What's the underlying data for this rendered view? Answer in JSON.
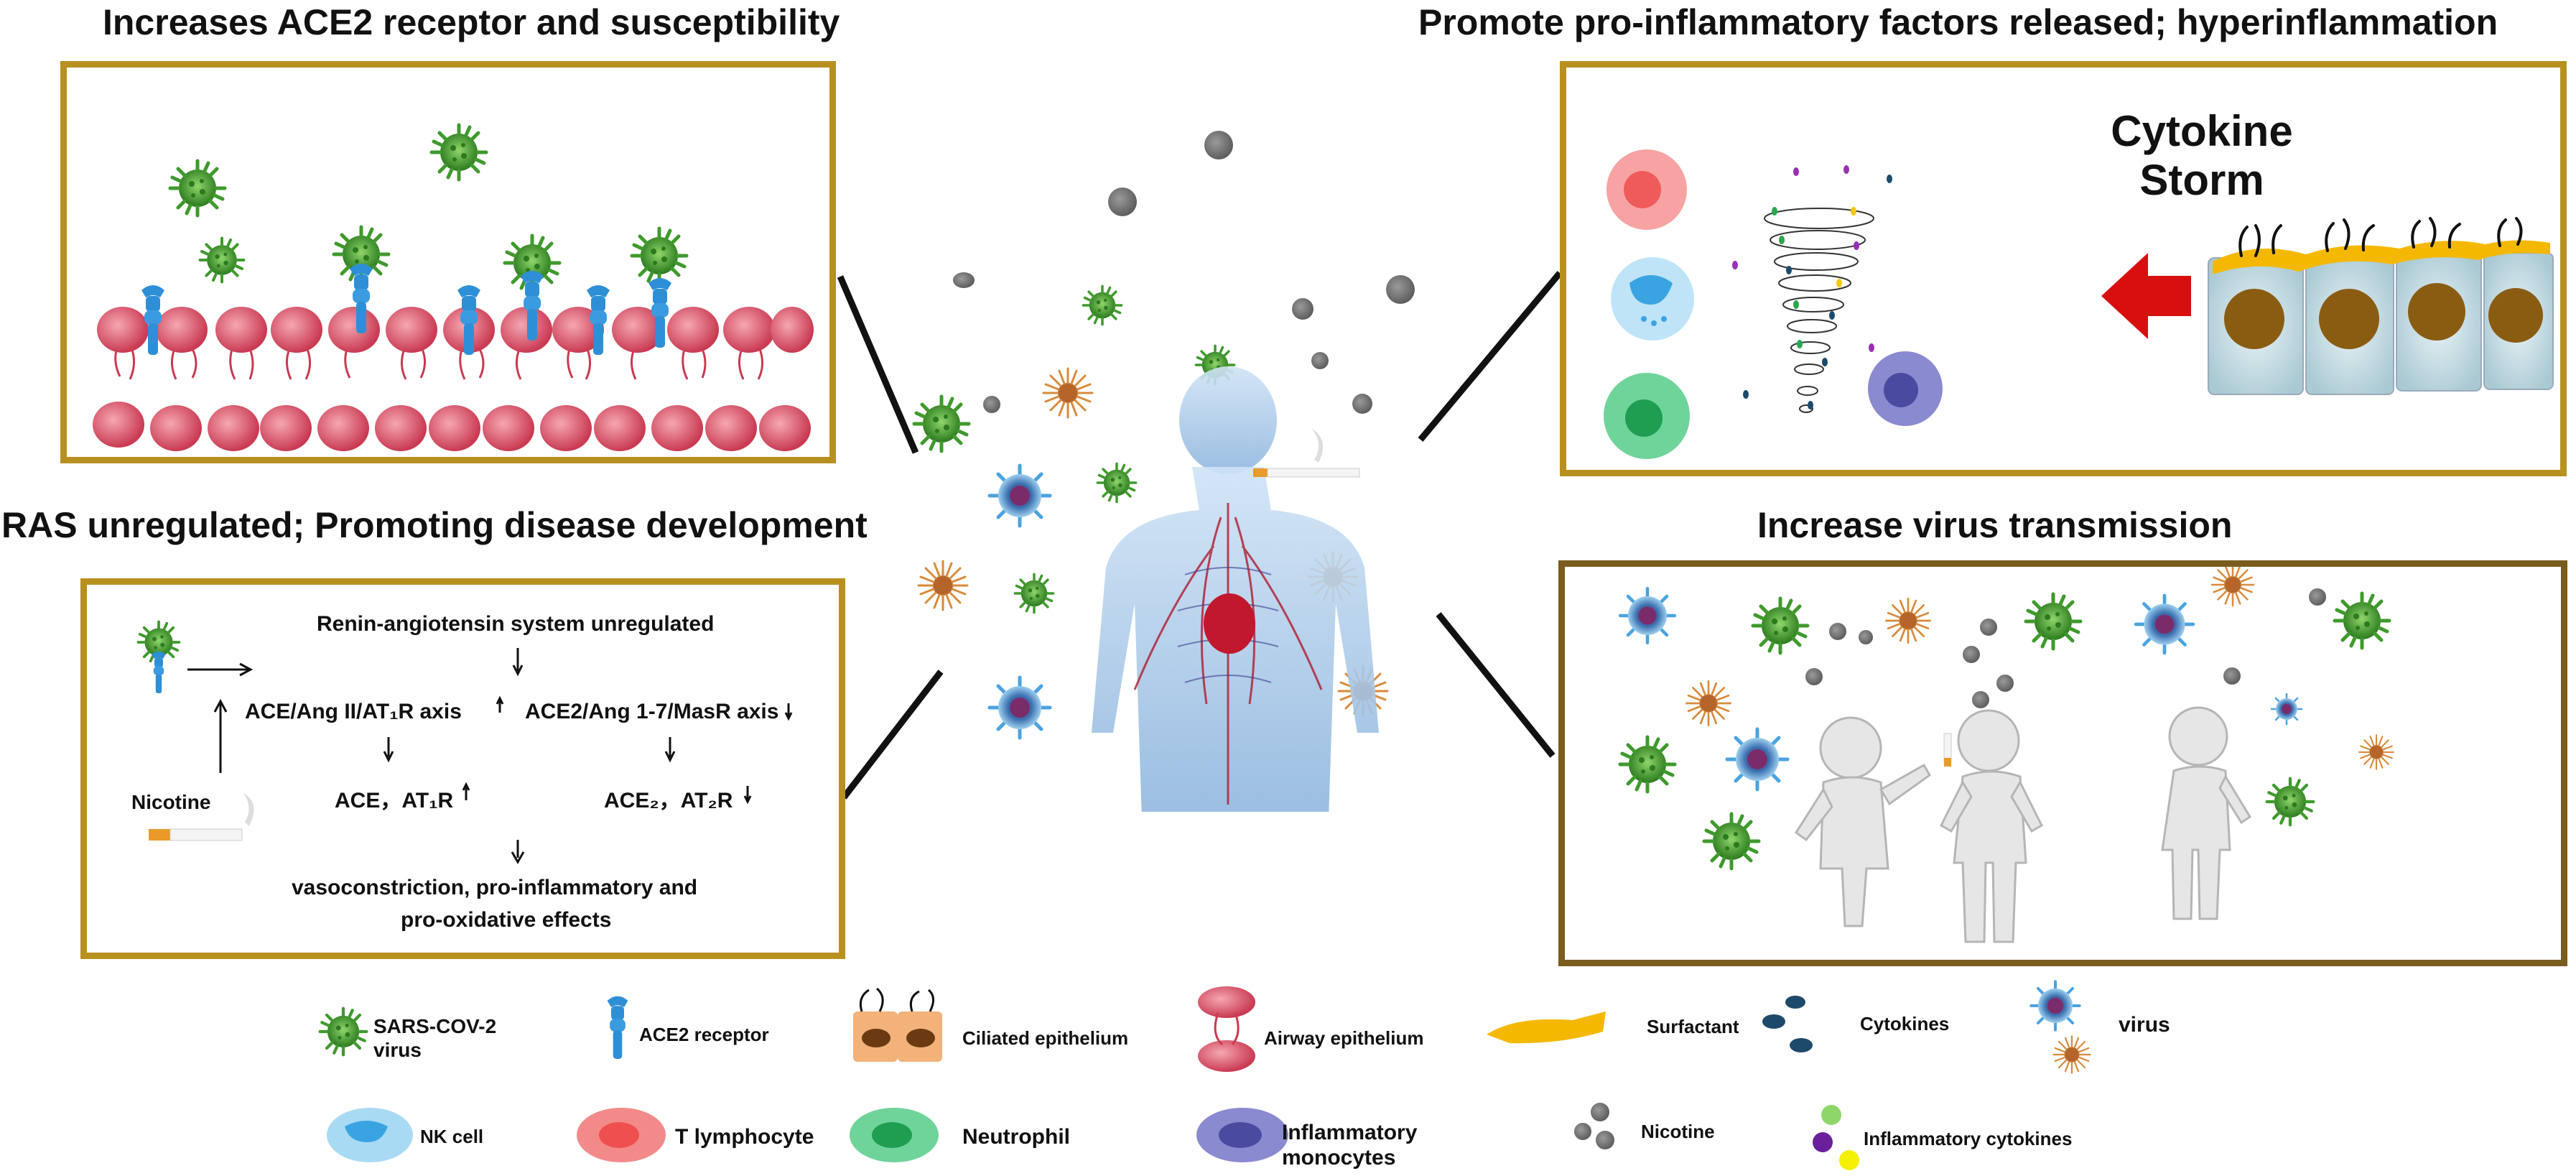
{
  "headings": {
    "top_left": "Increases ACE2 receptor and susceptibility",
    "top_right": "Promote pro-inflammatory factors released; hyperinflammation",
    "mid_left": "RAS unregulated; Promoting disease development",
    "mid_right": "Increase virus transmission"
  },
  "cytokine_storm": {
    "line1": "Cytokine",
    "line2": "Storm"
  },
  "ras": {
    "title": "Renin-angiotensin system unregulated",
    "axis1": "ACE/Ang II/AT₁R axis",
    "axis2": "ACE2/Ang 1-7/MasR axis",
    "left_item": "ACE，AT₁R",
    "right_item": "ACE₂，AT₂R",
    "nicotine": "Nicotine",
    "effects_line1": "vasoconstriction, pro-inflammatory and",
    "effects_line2": "pro-oxidative effects"
  },
  "legend": {
    "sars": "SARS-COV-2",
    "sars2": "virus",
    "ace2": "ACE2 receptor",
    "ciliated": "Ciliated epithelium",
    "airway": "Airway epithelium",
    "surfactant": "Surfactant",
    "cytokines": "Cytokines",
    "virus": "virus",
    "nk": "NK cell",
    "t_lymph": "T lymphocyte",
    "neutrophil": "Neutrophil",
    "monocytes1": "Inflammatory",
    "monocytes2": "monocytes",
    "nicotine": "Nicotine",
    "inflam_cytokines": "Inflammatory cytokines"
  },
  "colors": {
    "panel_border_gold": "#b8901f",
    "panel_border_brown": "#7a5c1e",
    "virus_green": "#3f9a2c",
    "receptor_blue": "#2e8fd6",
    "membrane_pink": "#d9566b",
    "nicotine_gray": "#7d7d7d",
    "arrow_red": "#d90f0f",
    "surfactant_yellow": "#f5b800",
    "t_lymph": "#ef6f6f",
    "neutrophil": "#3fbf72",
    "monocyte": "#6c6cb6",
    "nk_cell": "#4aaee6"
  }
}
